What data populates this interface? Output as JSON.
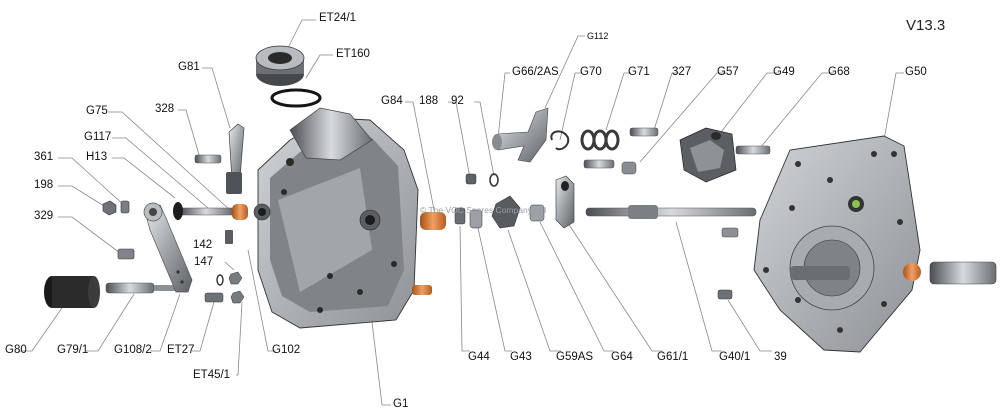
{
  "version": "V13.3",
  "watermark": "© The VOC Spares Company Ltd",
  "labels": {
    "ET24_1": "ET24/1",
    "ET160": "ET160",
    "G81": "G81",
    "n328": "328",
    "G75": "G75",
    "G117": "G117",
    "H13": "H13",
    "n361": "361",
    "n198": "198",
    "n329": "329",
    "n142": "142",
    "n147": "147",
    "G80": "G80",
    "G79_1": "G79/1",
    "G108_2": "G108/2",
    "ET27": "ET27",
    "ET45_1": "ET45/1",
    "G102": "G102",
    "G1": "G1",
    "G84": "G84",
    "n188": "188",
    "n92": "92",
    "G112": "G112",
    "G66_2AS": "G66/2AS",
    "G70": "G70",
    "G71": "G71",
    "n327": "327",
    "G57": "G57",
    "G49": "G49",
    "G68": "G68",
    "G50": "G50",
    "G44": "G44",
    "G43": "G43",
    "G59AS": "G59AS",
    "G64": "G64",
    "G61_1": "G61/1",
    "G40_1": "G40/1",
    "n39": "39"
  }
}
